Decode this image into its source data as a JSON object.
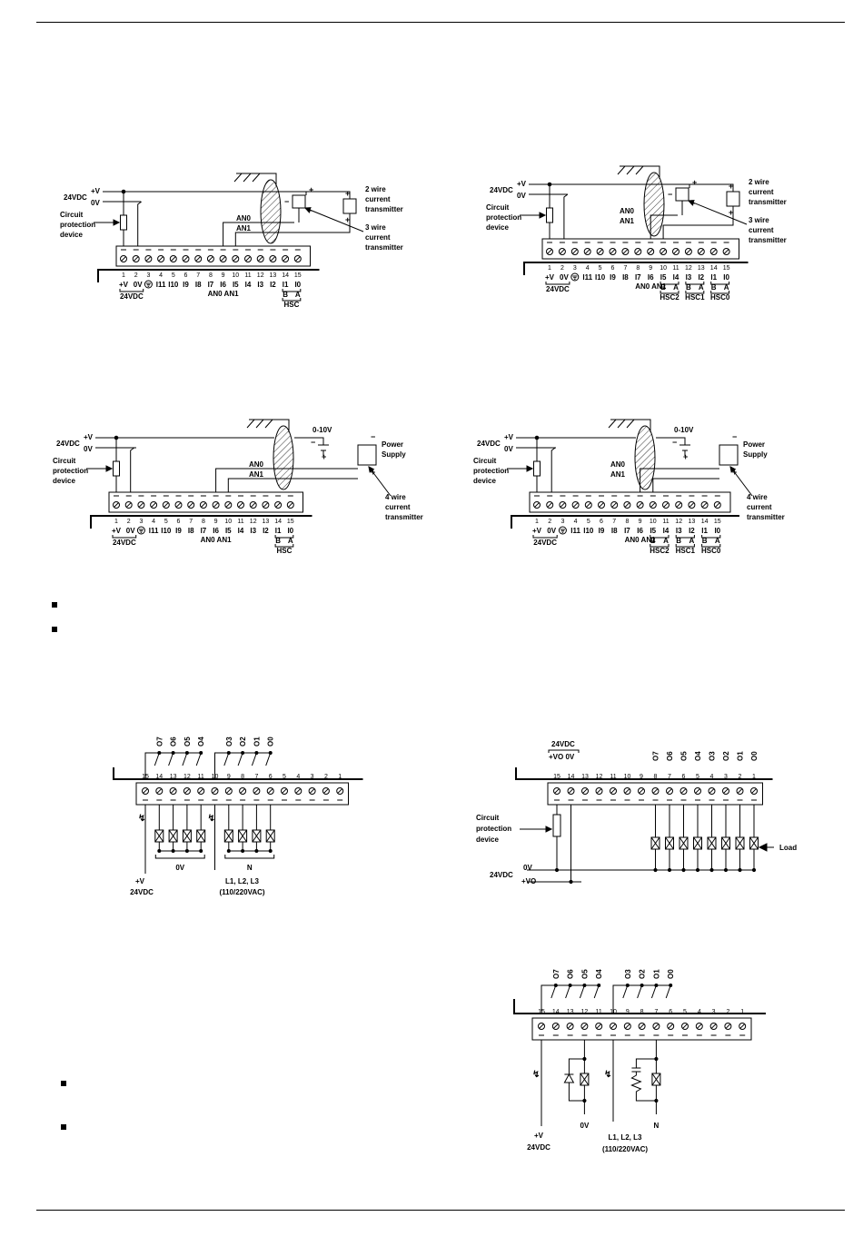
{
  "d1": {
    "supply_label": "24VDC",
    "plus": "+V",
    "zero": "0V",
    "cpd": [
      "Circuit",
      "protection",
      "device"
    ],
    "an0": "AN0",
    "an1": "AN1",
    "tx2": [
      "2 wire",
      "current",
      "transmitter"
    ],
    "tx3": [
      "3 wire",
      "current",
      "transmitter"
    ],
    "terminals": [
      "1",
      "2",
      "3",
      "4",
      "5",
      "6",
      "7",
      "8",
      "9",
      "10",
      "11",
      "12",
      "13",
      "14",
      "15"
    ],
    "io": [
      "I11",
      "I10",
      "I9",
      "I8",
      "I7",
      "I6",
      "I5",
      "I4",
      "I3",
      "I2",
      "I1",
      "I0"
    ],
    "bottom": {
      "v": "+V",
      "z": "0V",
      "supply": "24VDC",
      "an": "AN0 AN1",
      "b": "B",
      "a": "A",
      "hsc": "HSC"
    }
  },
  "d2": {
    "supply_label": "24VDC",
    "plus": "+V",
    "zero": "0V",
    "cpd": [
      "Circuit",
      "protection",
      "device"
    ],
    "an0": "AN0",
    "an1": "AN1",
    "tx2": [
      "2 wire",
      "current",
      "transmitter"
    ],
    "tx3": [
      "3 wire",
      "current",
      "transmitter"
    ],
    "terminals": [
      "1",
      "2",
      "3",
      "4",
      "5",
      "6",
      "7",
      "8",
      "9",
      "10",
      "11",
      "12",
      "13",
      "14",
      "15"
    ],
    "io": [
      "I11",
      "I10",
      "I9",
      "I8",
      "I7",
      "I6",
      "I5",
      "I4",
      "I3",
      "I2",
      "I1",
      "I0"
    ],
    "bottom": {
      "v": "+V",
      "z": "0V",
      "supply": "24VDC",
      "an": "AN0 AN1",
      "ba": [
        "B",
        "A",
        "B",
        "A",
        "B",
        "A"
      ],
      "hsc": [
        "HSC2",
        "HSC1",
        "HSC0"
      ]
    }
  },
  "d3": {
    "supply_label": "24VDC",
    "plus": "+V",
    "zero": "0V",
    "cpd": [
      "Circuit",
      "protection",
      "device"
    ],
    "an0": "AN0",
    "an1": "AN1",
    "range": "0-10V",
    "ps": [
      "Power",
      "Supply"
    ],
    "tx4": [
      "4 wire",
      "current",
      "transmitter"
    ],
    "terminals": [
      "1",
      "2",
      "3",
      "4",
      "5",
      "6",
      "7",
      "8",
      "9",
      "10",
      "11",
      "12",
      "13",
      "14",
      "15"
    ],
    "io": [
      "I11",
      "I10",
      "I9",
      "I8",
      "I7",
      "I6",
      "I5",
      "I4",
      "I3",
      "I2",
      "I1",
      "I0"
    ],
    "bottom": {
      "v": "+V",
      "z": "0V",
      "supply": "24VDC",
      "an": "AN0 AN1",
      "b": "B",
      "a": "A",
      "hsc": "HSC"
    }
  },
  "d4": {
    "supply_label": "24VDC",
    "plus": "+V",
    "zero": "0V",
    "cpd": [
      "Circuit",
      "protection",
      "device"
    ],
    "an0": "AN0",
    "an1": "AN1",
    "range": "0-10V",
    "ps": [
      "Power",
      "Supply"
    ],
    "tx4": [
      "4 wire",
      "current",
      "transmitter"
    ],
    "terminals": [
      "1",
      "2",
      "3",
      "4",
      "5",
      "6",
      "7",
      "8",
      "9",
      "10",
      "11",
      "12",
      "13",
      "14",
      "15"
    ],
    "io": [
      "I11",
      "I10",
      "I9",
      "I8",
      "I7",
      "I6",
      "I5",
      "I4",
      "I3",
      "I2",
      "I1",
      "I0"
    ],
    "bottom": {
      "v": "+V",
      "z": "0V",
      "supply": "24VDC",
      "an": "AN0 AN1",
      "ba": [
        "B",
        "A",
        "B",
        "A",
        "B",
        "A"
      ],
      "hsc": [
        "HSC2",
        "HSC1",
        "HSC0"
      ]
    }
  },
  "d5": {
    "outputs": [
      "O7",
      "O6",
      "O5",
      "O4",
      "O3",
      "O2",
      "O1",
      "O0"
    ],
    "terminals": [
      "15",
      "14",
      "13",
      "12",
      "11",
      "10",
      "9",
      "8",
      "7",
      "6",
      "5",
      "4",
      "3",
      "2",
      "1"
    ],
    "zero": "0V",
    "n": "N",
    "plus": "+V",
    "supply": "24VDC",
    "lines": "L1, L2, L3",
    "vac": "(110/220VAC)"
  },
  "d6": {
    "supply_label": "24VDC",
    "vo": "+VO 0V",
    "outputs": [
      "O7",
      "O6",
      "O5",
      "O4",
      "O3",
      "O2",
      "O1",
      "O0"
    ],
    "terminals": [
      "15",
      "14",
      "13",
      "12",
      "11",
      "10",
      "9",
      "8",
      "7",
      "6",
      "5",
      "4",
      "3",
      "2",
      "1"
    ],
    "cpd": [
      "Circuit",
      "protection",
      "device"
    ],
    "load": "Load",
    "zero": "0V",
    "supply": "24VDC",
    "plus_vo": "+VO"
  },
  "d7": {
    "outputs": [
      "O7",
      "O6",
      "O5",
      "O4",
      "O3",
      "O2",
      "O1",
      "O0"
    ],
    "terminals": [
      "15",
      "14",
      "13",
      "12",
      "11",
      "10",
      "9",
      "8",
      "7",
      "6",
      "5",
      "4",
      "3",
      "2",
      "1"
    ],
    "zero": "0V",
    "n": "N",
    "plus": "+V",
    "supply": "24VDC",
    "lines": "L1, L2, L3",
    "vac": "(110/220VAC)"
  }
}
